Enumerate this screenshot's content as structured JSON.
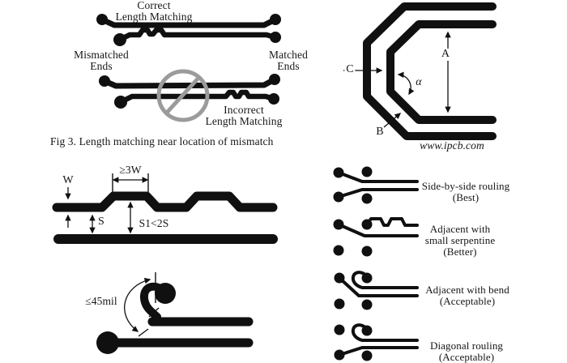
{
  "colors": {
    "background": "#ffffff",
    "trace": "#101010",
    "prohibition": "#9b9b9b"
  },
  "length_matching_figure": {
    "correct_label": "Correct\nLength Matching",
    "mismatched_label": "Mismatched\nEnds",
    "matched_label": "Matched\nEnds",
    "incorrect_label": "Incorrect\nLength Matching",
    "caption": "Fig 3. Length matching near location of mismatch"
  },
  "serpentine_rule_figure": {
    "trace_width_label": "W",
    "segment_length_label": "≥3W",
    "spacing_label": "S",
    "serpentine_gap_label": "S1<2S"
  },
  "bend_rule_figure": {
    "max_length_label": "≤45mil"
  },
  "serpentine_geometry_figure": {
    "amplitude_label": "A",
    "segment_label": "B",
    "spacing_label": "C",
    "angle_label": "α",
    "watermark": "www.ipcb.com"
  },
  "routing_options": [
    {
      "label": "Side-by-side rouling\n(Best)"
    },
    {
      "label": "Adjacent with\nsmall serpentine\n(Better)"
    },
    {
      "label": "Adjacent with bend\n(Acceptable)"
    },
    {
      "label": "Diagonal rouling\n(Acceptable)"
    }
  ]
}
